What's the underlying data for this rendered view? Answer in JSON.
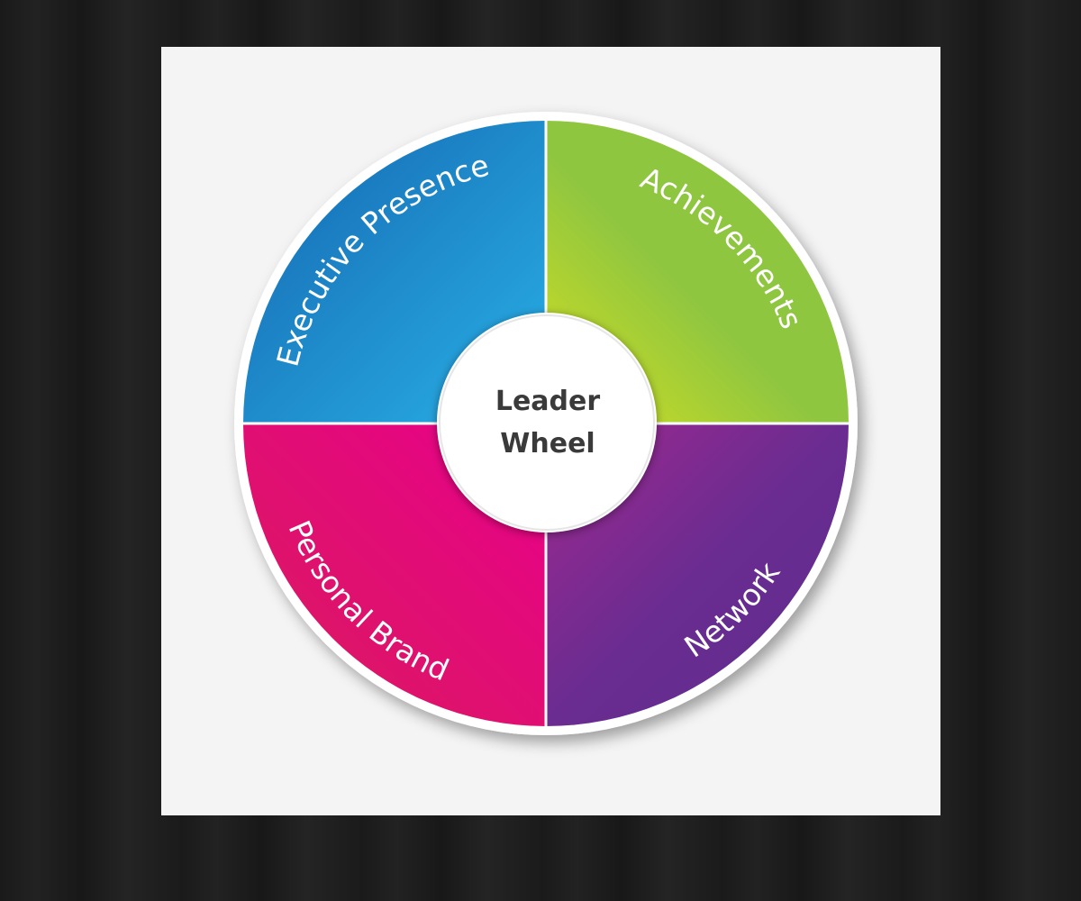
{
  "center": {
    "line1": "Leader",
    "line2": "Wheel"
  },
  "segments": [
    {
      "label": "Executive Presence",
      "color": "#1f8fd3"
    },
    {
      "label": "Achievements",
      "color": "#8dc63f"
    },
    {
      "label": "Network",
      "color": "#6a2c91"
    },
    {
      "label": "Personal Brand",
      "color": "#e0107a"
    }
  ]
}
